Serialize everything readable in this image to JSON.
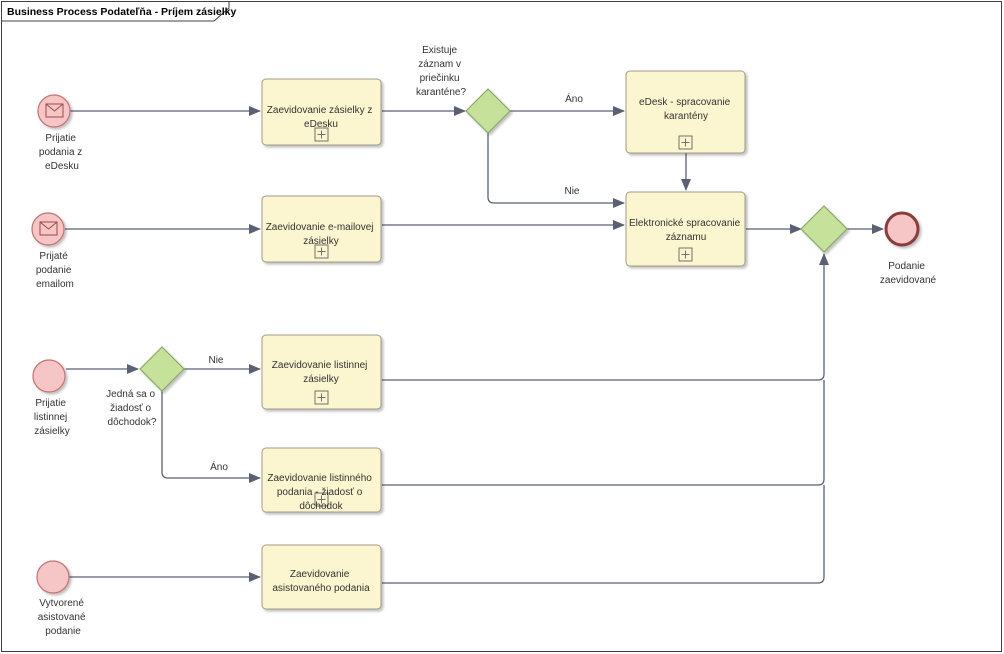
{
  "diagram": {
    "title": "Business Process Podateľňa - Príjem zásielky",
    "colors": {
      "task_fill": "#fbf6cf",
      "task_border": "#a09c86",
      "gateway_fill": "#c6e19a",
      "gateway_border": "#8aa868",
      "event_fill": "#f6c6c6",
      "event_border": "#c67070",
      "edge": "#5b6173"
    },
    "start_events": {
      "edesk": {
        "label": [
          "Prijatie",
          "podania z",
          "eDesku"
        ],
        "icon": "envelope-icon"
      },
      "email": {
        "label": [
          "Prijaté",
          "podanie",
          "emailom"
        ],
        "icon": "envelope-icon"
      },
      "listinna": {
        "label": [
          "Prijatie",
          "listinnej",
          "zásielky"
        ],
        "icon": "none"
      },
      "asist": {
        "label": [
          "Vytvorené",
          "asistované",
          "podanie"
        ],
        "icon": "none"
      }
    },
    "end_event": {
      "label": [
        "Podanie",
        "zaevidované"
      ]
    },
    "tasks": {
      "edesk": {
        "label": [
          "Zaevidovanie zásielky z",
          "eDesku"
        ],
        "subprocess": true
      },
      "karantena": {
        "label": [
          "eDesk - spracovanie",
          "karantény"
        ],
        "subprocess": true
      },
      "email": {
        "label": [
          "Zaevidovanie e-mailovej",
          "zásielky"
        ],
        "subprocess": true
      },
      "elektronicke": {
        "label": [
          "Elektronické spracovanie",
          "záznamu"
        ],
        "subprocess": true
      },
      "listinna": {
        "label": [
          "Zaevidovanie listinnej",
          "zásielky"
        ],
        "subprocess": true
      },
      "dochodok": {
        "label": [
          "Zaevidovanie listinného",
          "podania - žiadosť o",
          "dôchodok"
        ],
        "subprocess": true
      },
      "asist": {
        "label": [
          "Zaevidovanie",
          "asistovaného podania"
        ],
        "subprocess": false
      }
    },
    "gateways": {
      "karantena": {
        "label": [
          "Existuje",
          "záznam v",
          "priečinku",
          "karanténe?"
        ]
      },
      "dochodok": {
        "label": [
          "Jedná sa o",
          "žiadosť o",
          "dôchodok?"
        ]
      },
      "merge": {
        "label": []
      }
    },
    "edge_labels": {
      "ano_top": "Áno",
      "nie_top": "Nie",
      "nie_mid": "Nie",
      "ano_mid": "Áno"
    }
  }
}
